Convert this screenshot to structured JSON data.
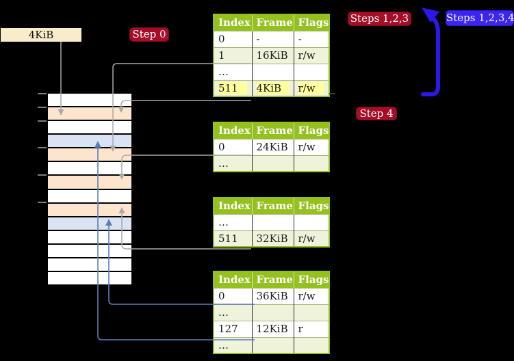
{
  "frame_label": {
    "text": "4KiB"
  },
  "badges": {
    "step0": {
      "text": "Step 0"
    },
    "steps123": {
      "text": "Steps 1,2,3"
    },
    "steps1234": {
      "text": "Steps 1,2,3,4"
    },
    "step4": {
      "text": "Step 4"
    }
  },
  "memory": {
    "rows": [
      "white",
      "peach",
      "white",
      "blue",
      "peach",
      "white",
      "peach",
      "white",
      "peach",
      "blue",
      "white",
      "white",
      "white",
      "white"
    ]
  },
  "tables": [
    {
      "name": "table-1",
      "columns": [
        "Index",
        "Frame",
        "Flags"
      ],
      "rows": [
        {
          "cells": [
            "0",
            "-",
            "-"
          ]
        },
        {
          "cells": [
            "1",
            "16KiB",
            "r/w"
          ]
        },
        {
          "cells": [
            "…",
            "",
            ""
          ]
        },
        {
          "cells": [
            "511",
            "4KiB",
            "r/w"
          ],
          "highlight": true
        }
      ]
    },
    {
      "name": "table-2",
      "columns": [
        "Index",
        "Frame",
        "Flags"
      ],
      "rows": [
        {
          "cells": [
            "0",
            "24KiB",
            "r/w"
          ]
        },
        {
          "cells": [
            "…",
            "",
            ""
          ]
        }
      ]
    },
    {
      "name": "table-3",
      "columns": [
        "Index",
        "Frame",
        "Flags"
      ],
      "rows": [
        {
          "cells": [
            "…",
            "",
            ""
          ]
        },
        {
          "cells": [
            "511",
            "32KiB",
            "r/w"
          ]
        }
      ]
    },
    {
      "name": "table-4",
      "columns": [
        "Index",
        "Frame",
        "Flags"
      ],
      "rows": [
        {
          "cells": [
            "0",
            "36KiB",
            "r/w"
          ]
        },
        {
          "cells": [
            "…",
            "",
            ""
          ]
        },
        {
          "cells": [
            "127",
            "12KiB",
            "r"
          ]
        },
        {
          "cells": [
            "…",
            "",
            ""
          ]
        }
      ]
    }
  ],
  "colors": {
    "header_green": "#95c11f",
    "row_green": "#eef3da",
    "highlight_yellow": "#ffff9e",
    "frame_peach": "#fde5cd",
    "frame_blue": "#dae3f3",
    "badge_red": "#a60e28",
    "badge_blue": "#3c25f0",
    "arrow_gray": "#a9a9a9",
    "arrow_blue": "#5b7fb9",
    "loop_arrow_blue": "#2e17ea",
    "label_cream": "#f9ecca"
  }
}
